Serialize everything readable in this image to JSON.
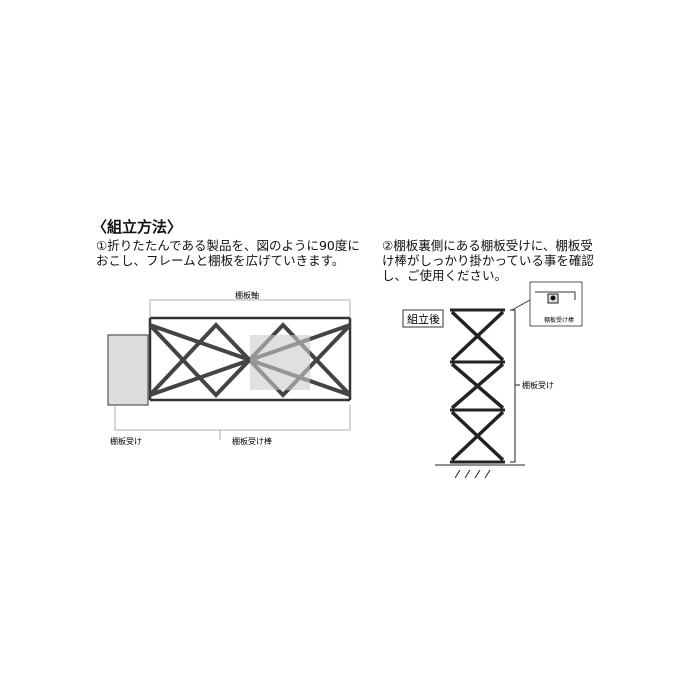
{
  "title": "〈組立方法〉",
  "steps": [
    "①折りたたんである製品を、図のように90度におこし、フレームと棚板を広げていきます。",
    "②棚板裏側にある棚板受けに、棚板受け棒がしっかり掛かっている事を確認し、ご使用ください。"
  ],
  "left_diagram": {
    "shaft": "棚板軸",
    "receiver": "棚板受け",
    "rod": "棚板受け棒"
  },
  "right_diagram": {
    "after": "組立後",
    "receiver": "棚板受け",
    "rod": "棚板受け棒"
  }
}
